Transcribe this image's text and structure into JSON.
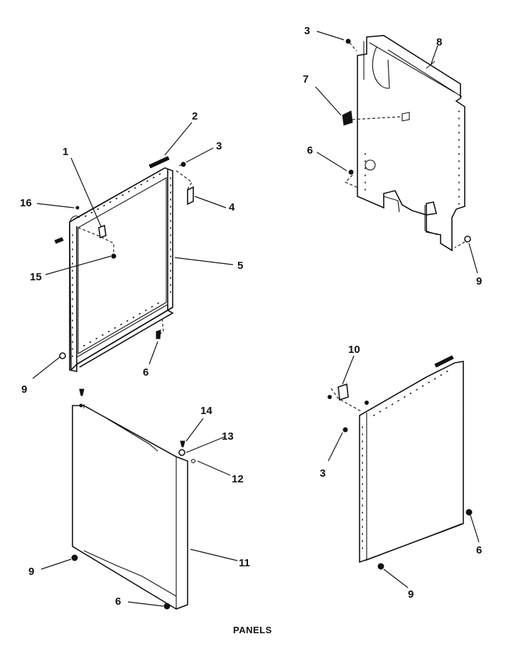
{
  "title": "PANELS",
  "callouts": [
    {
      "id": "c-1",
      "label": "1"
    },
    {
      "id": "c-2",
      "label": "2"
    },
    {
      "id": "c-3a",
      "label": "3"
    },
    {
      "id": "c-4",
      "label": "4"
    },
    {
      "id": "c-5",
      "label": "5"
    },
    {
      "id": "c-15",
      "label": "15"
    },
    {
      "id": "c-16",
      "label": "16"
    },
    {
      "id": "c-9a",
      "label": "9"
    },
    {
      "id": "c-6a",
      "label": "6"
    },
    {
      "id": "c-3b",
      "label": "3"
    },
    {
      "id": "c-8",
      "label": "8"
    },
    {
      "id": "c-7",
      "label": "7"
    },
    {
      "id": "c-6b",
      "label": "6"
    },
    {
      "id": "c-9b",
      "label": "9"
    },
    {
      "id": "c-14",
      "label": "14"
    },
    {
      "id": "c-13",
      "label": "13"
    },
    {
      "id": "c-12",
      "label": "12"
    },
    {
      "id": "c-11",
      "label": "11"
    },
    {
      "id": "c-9c",
      "label": "9"
    },
    {
      "id": "c-6c",
      "label": "6"
    },
    {
      "id": "c-10",
      "label": "10"
    },
    {
      "id": "c-3c",
      "label": "3"
    },
    {
      "id": "c-6d",
      "label": "6"
    },
    {
      "id": "c-9d",
      "label": "9"
    }
  ]
}
